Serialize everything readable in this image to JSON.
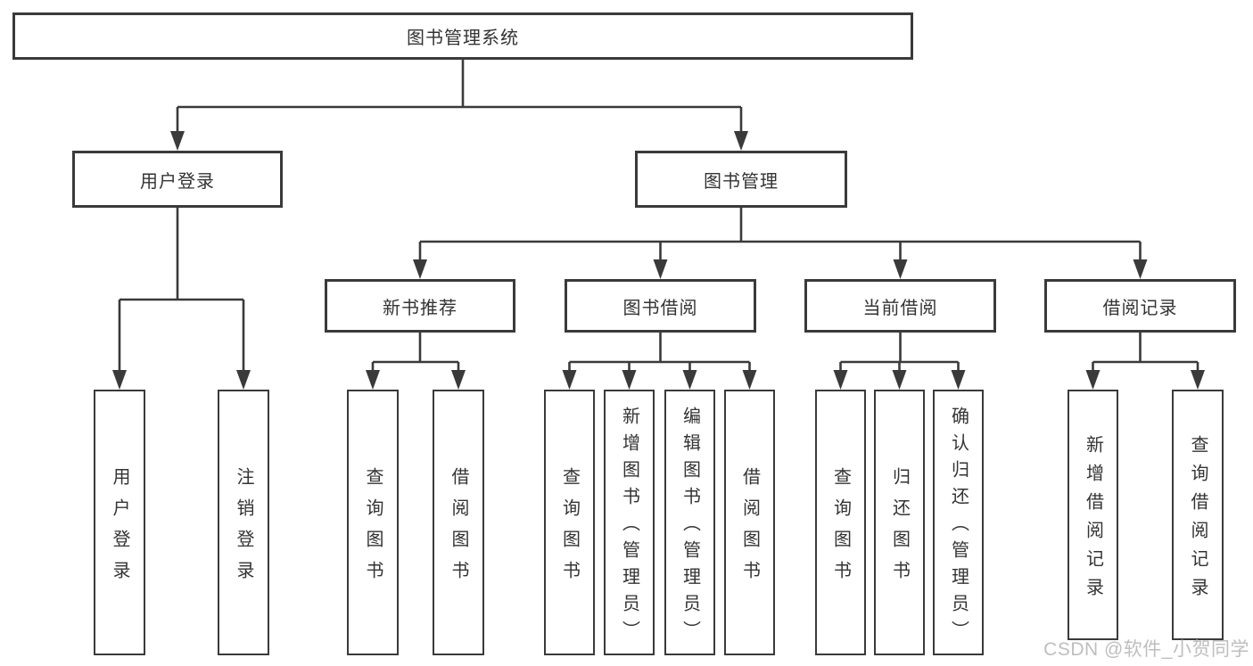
{
  "diagram": {
    "root": {
      "label": "图书管理系统"
    },
    "level2": [
      {
        "label": "用户登录"
      },
      {
        "label": "图书管理"
      }
    ],
    "level3": [
      {
        "label": "新书推荐"
      },
      {
        "label": "图书借阅"
      },
      {
        "label": "当前借阅"
      },
      {
        "label": "借阅记录"
      }
    ],
    "leaves": {
      "login": [
        {
          "label": "用户登录"
        },
        {
          "label": "注销登录"
        }
      ],
      "newbook": [
        {
          "label": "查询图书"
        },
        {
          "label": "借阅图书"
        }
      ],
      "borrow": [
        {
          "label": "查询图书"
        },
        {
          "label": "新增图书（管理员）"
        },
        {
          "label": "编辑图书（管理员）"
        },
        {
          "label": "借阅图书"
        }
      ],
      "current": [
        {
          "label": "查询图书"
        },
        {
          "label": "归还图书"
        },
        {
          "label": "确认归还（管理员）"
        }
      ],
      "records": [
        {
          "label": "新增借阅记录"
        },
        {
          "label": "查询借阅记录"
        }
      ]
    },
    "colors": {
      "line": "#3a3a3a",
      "text": "#333333",
      "background": "#ffffff",
      "watermark": "#b7b7b7"
    }
  },
  "watermark": {
    "text": "CSDN @软件_小贺同学"
  }
}
